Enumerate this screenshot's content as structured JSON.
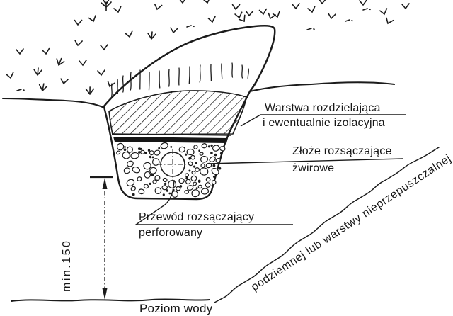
{
  "labels": {
    "separating_layer": {
      "line1": "Warstwa rozdzielająca",
      "line2": "i ewentualnie izolacyjna"
    },
    "gravel_bed": {
      "line1": "Złoże rozsączające",
      "line2": "żwirowe"
    },
    "pipe": {
      "line1": "Przewód rozsączający",
      "line2": "perforowany"
    },
    "dimension_min_depth": "min.150",
    "water_level": "Poziom wody",
    "water_level_continuation": "podziemnej lub warstwy nieprzepuszczalnej"
  },
  "colors": {
    "ink": "#1b1b1b",
    "paper": "#ffffff"
  }
}
